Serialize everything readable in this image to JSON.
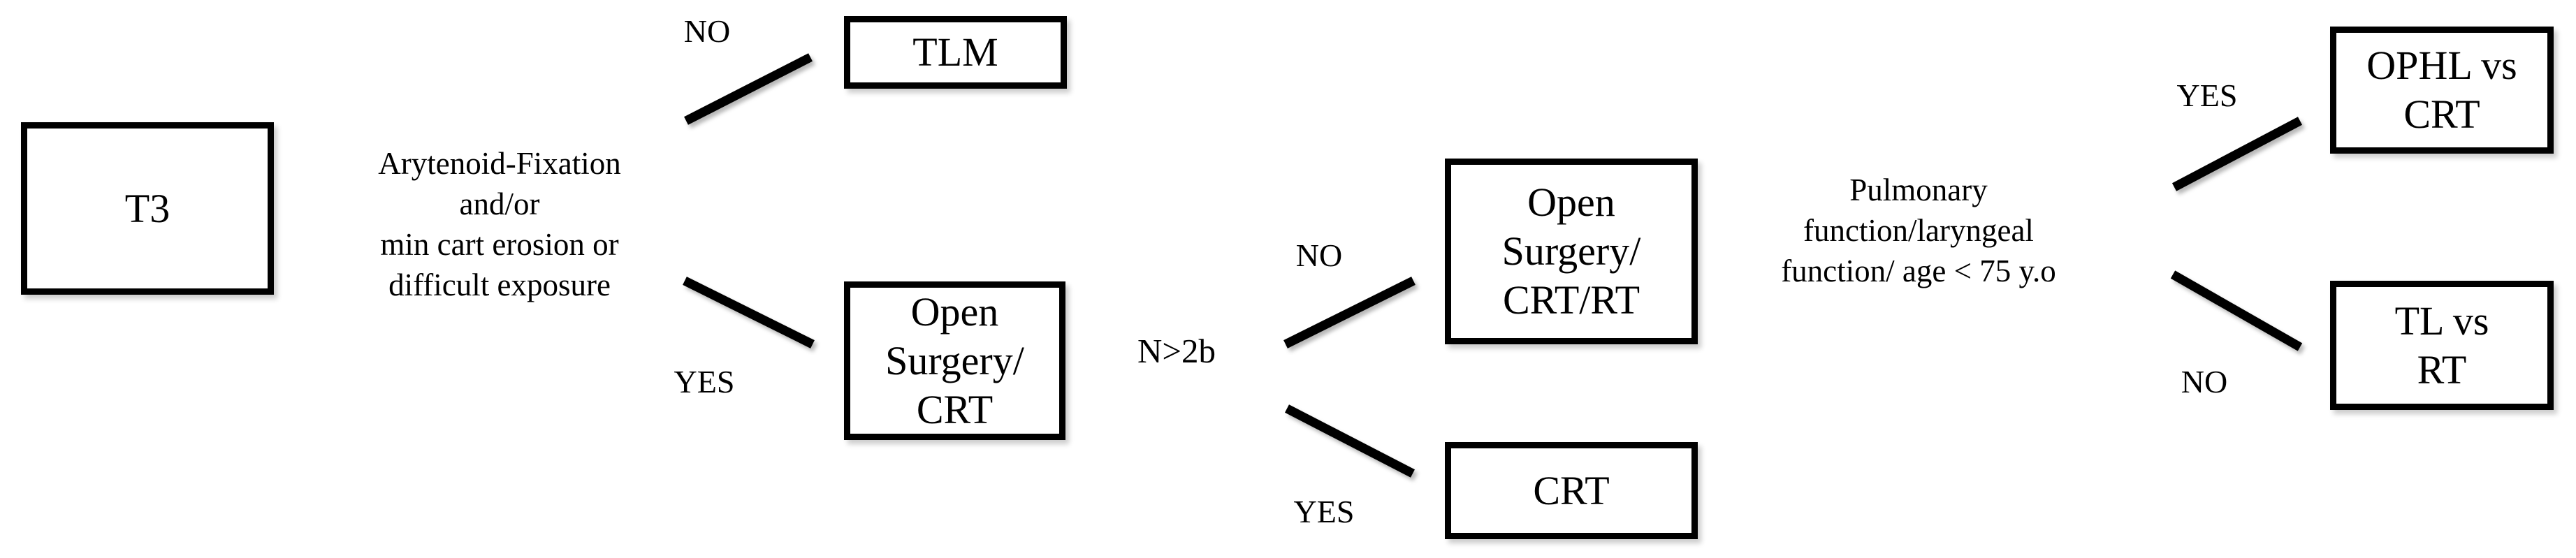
{
  "diagram_type": "decision-tree-flowchart",
  "colors": {
    "background": "#ffffff",
    "box_fill": "#ffffff",
    "box_border": "#000000",
    "line": "#000000",
    "text": "#000000"
  },
  "flow": {
    "start": {
      "label": "T3"
    },
    "decision1": {
      "question": "Arytenoid-Fixation\nand/or\nmin cart erosion or\ndifficult exposure",
      "no_label": "NO",
      "no_result": "TLM",
      "yes_label": "YES",
      "yes_result": "Open\nSurgery/\nCRT"
    },
    "decision2": {
      "question": "N>2b",
      "no_label": "NO",
      "no_result": "Open\nSurgery/\nCRT/RT",
      "yes_label": "YES",
      "yes_result": "CRT"
    },
    "decision3": {
      "question": "Pulmonary\nfunction/laryngeal\nfunction/ age < 75 y.o",
      "yes_label": "YES",
      "yes_result": "OPHL vs\nCRT",
      "no_label": "NO",
      "no_result": "TL vs\nRT"
    }
  }
}
